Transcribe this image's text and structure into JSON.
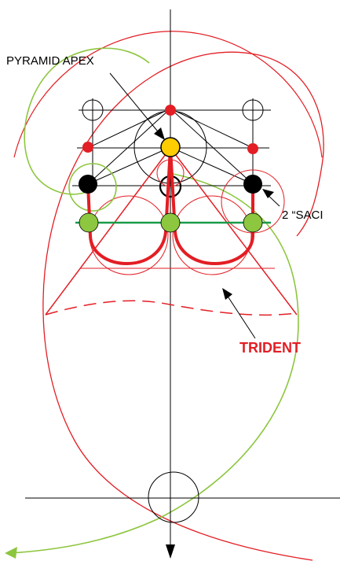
{
  "labels": {
    "pyramid_apex": "PYRAMID APEX",
    "sacred": "2 “SACI",
    "trident": "TRIDENT"
  },
  "colors": {
    "red": "#e31e24",
    "green_line": "#1a9a4a",
    "lime": "#8dc63f",
    "apex_fill": "#ffcc00",
    "node_green": "#8dc63f",
    "black": "#000000"
  }
}
